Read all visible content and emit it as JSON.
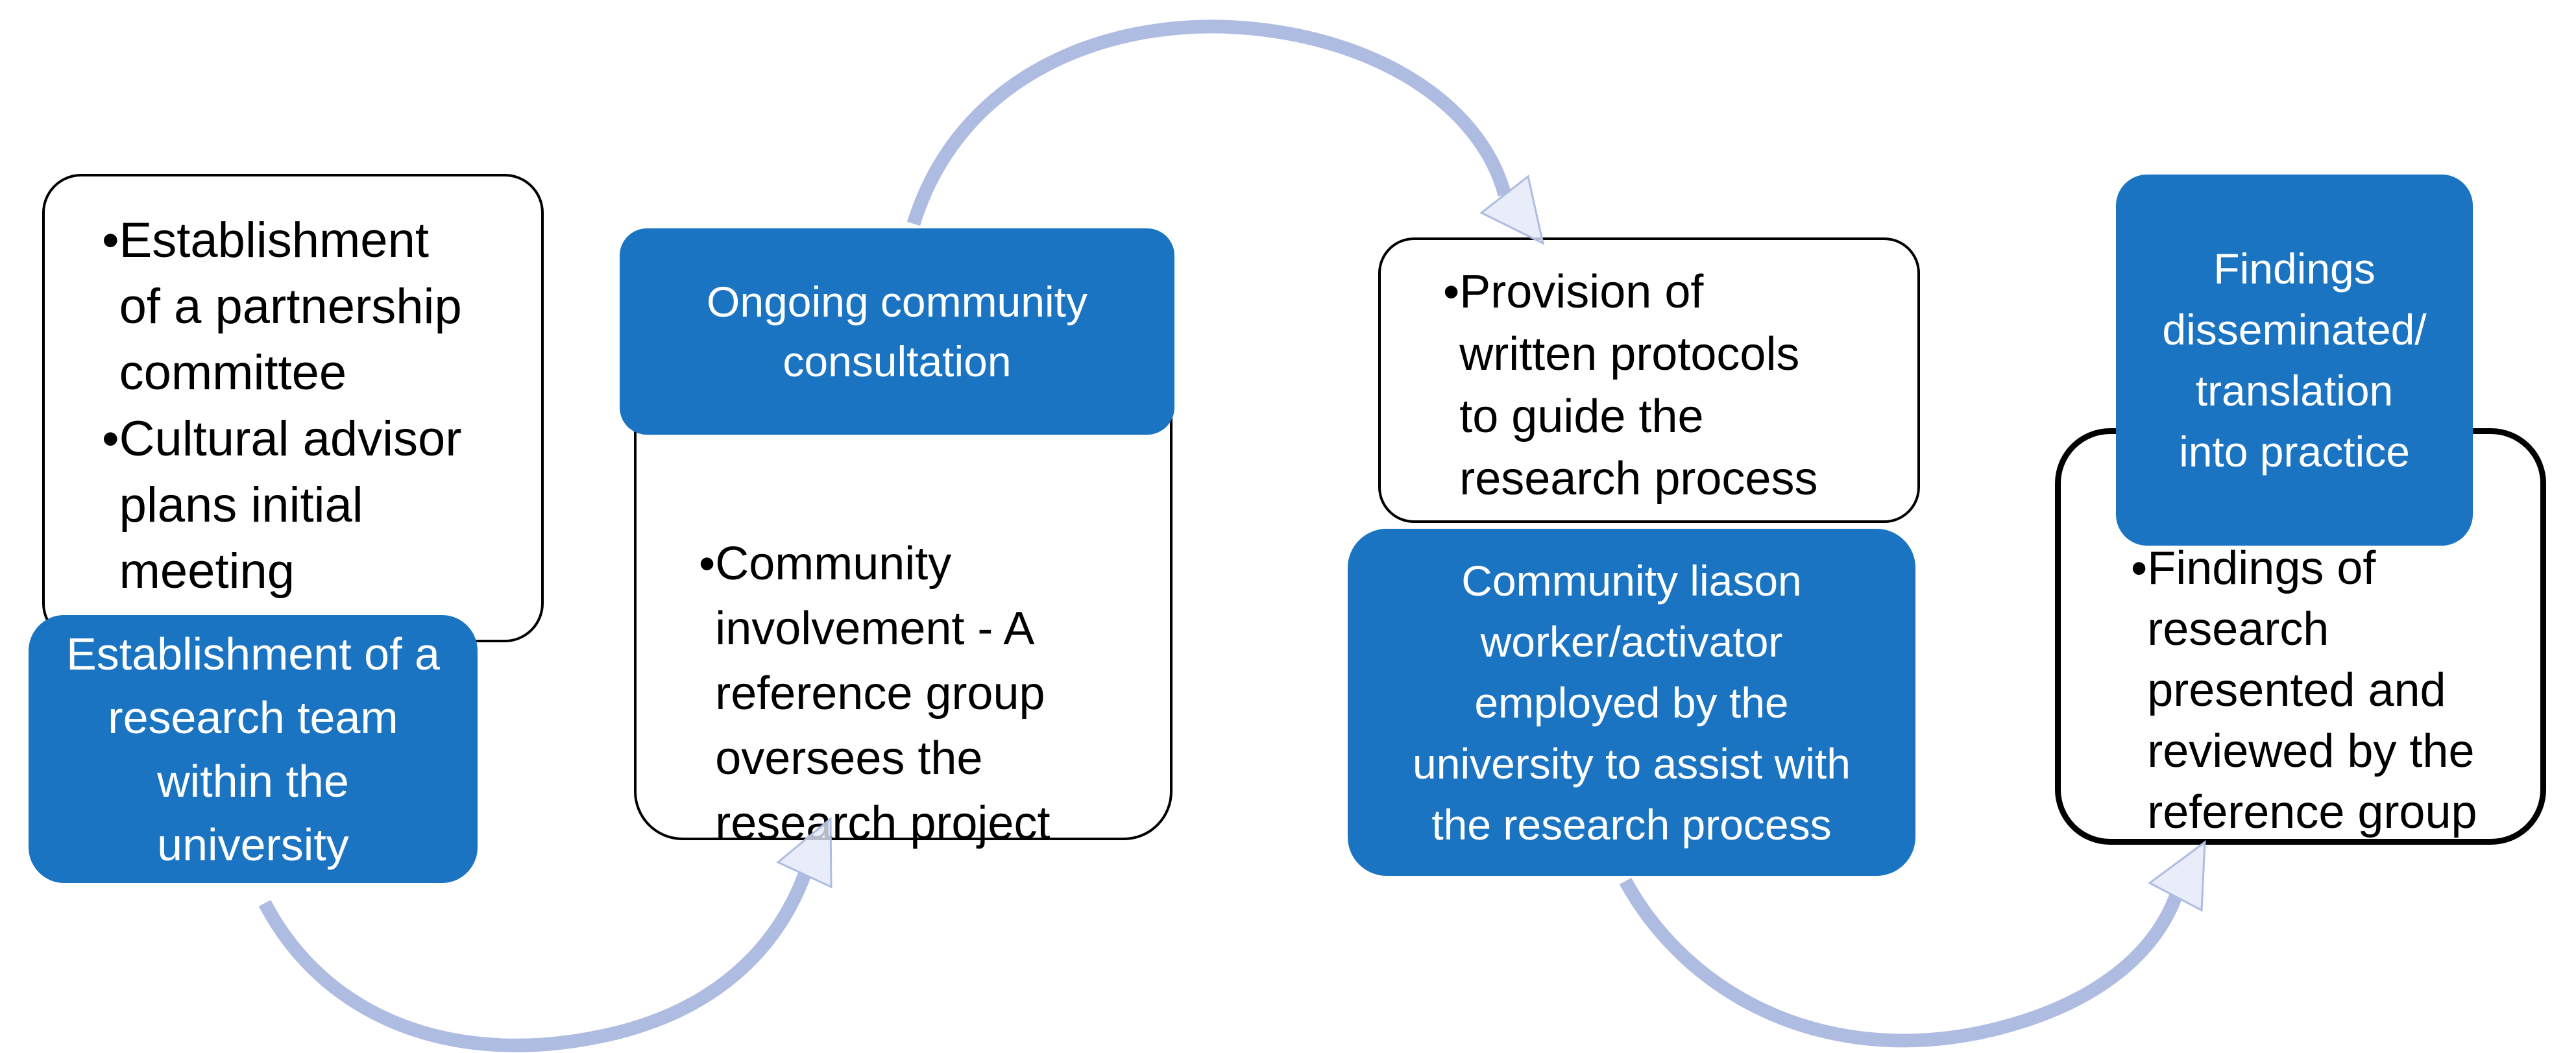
{
  "colors": {
    "accent": "#1b74c2",
    "arc": "#aebce2",
    "arc-head": "#e2e8f7",
    "ink": "#000000",
    "paper": "#ffffff"
  },
  "diagram": {
    "bullet_char": "•",
    "stages": [
      {
        "callout_items": [
          "Establishment\nof a partnership\ncommittee",
          "Cultural advisor\nplans initial\nmeeting"
        ],
        "label": "Establishment of a\nresearch team\nwithin the\nuniversity"
      },
      {
        "label": "Ongoing community\nconsultation",
        "callout_items": [
          "Community\ninvolvement - A\nreference group\noversees the\nresearch project"
        ]
      },
      {
        "callout_items": [
          "Provision of\nwritten protocols\nto guide the\nresearch process"
        ],
        "label": "Community liason\nworker/activator\nemployed by the\nuniversity to assist with\nthe research process"
      },
      {
        "label": "Findings\ndisseminated/\ntranslation\ninto practice",
        "callout_items": [
          "Findings of\nresearch\npresented and\nreviewed by the\nreference group"
        ]
      }
    ],
    "arrows": [
      {
        "name": "arc-stage1-to-stage2"
      },
      {
        "name": "arc-stage2-to-stage3"
      },
      {
        "name": "arc-stage3-to-stage4"
      }
    ]
  }
}
